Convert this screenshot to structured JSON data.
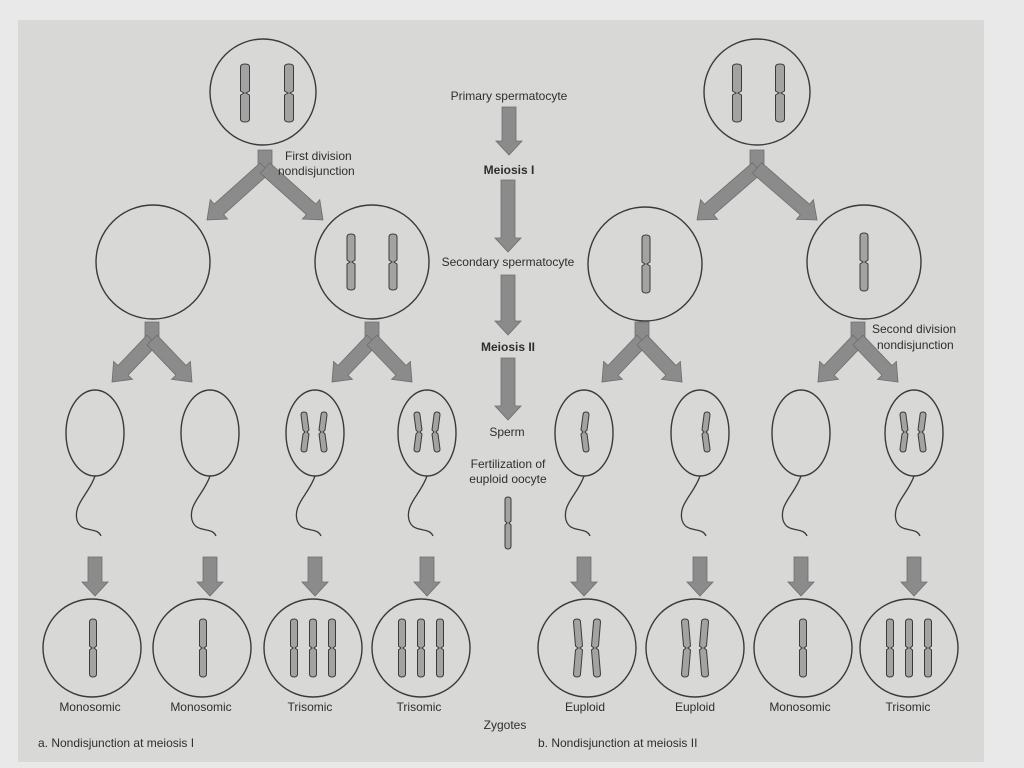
{
  "colors": {
    "background": "#e9e9e9",
    "paper": "#d8d8d6",
    "ink": "#3a3a3a",
    "arrow": "#8b8b8b",
    "chromosome": "#a3a3a3"
  },
  "center": {
    "primary": "Primary spermatocyte",
    "meiosis1": "Meiosis I",
    "secondary": "Secondary spermatocyte",
    "meiosis2": "Meiosis II",
    "sperm": "Sperm",
    "fert_line1": "Fertilization of",
    "fert_line2": "euploid oocyte",
    "zygotes": "Zygotes"
  },
  "left_panel": {
    "annotation_line1": "First division",
    "annotation_line2": "nondisjunction",
    "caption": "a. Nondisjunction at meiosis I",
    "zygote_labels": [
      "Monosomic",
      "Monosomic",
      "Trisomic",
      "Trisomic"
    ]
  },
  "right_panel": {
    "annotation_line1": "Second division",
    "annotation_line2": "nondisjunction",
    "caption": "b. Nondisjunction at meiosis II",
    "zygote_labels": [
      "Euploid",
      "Euploid",
      "Monosomic",
      "Trisomic"
    ]
  }
}
